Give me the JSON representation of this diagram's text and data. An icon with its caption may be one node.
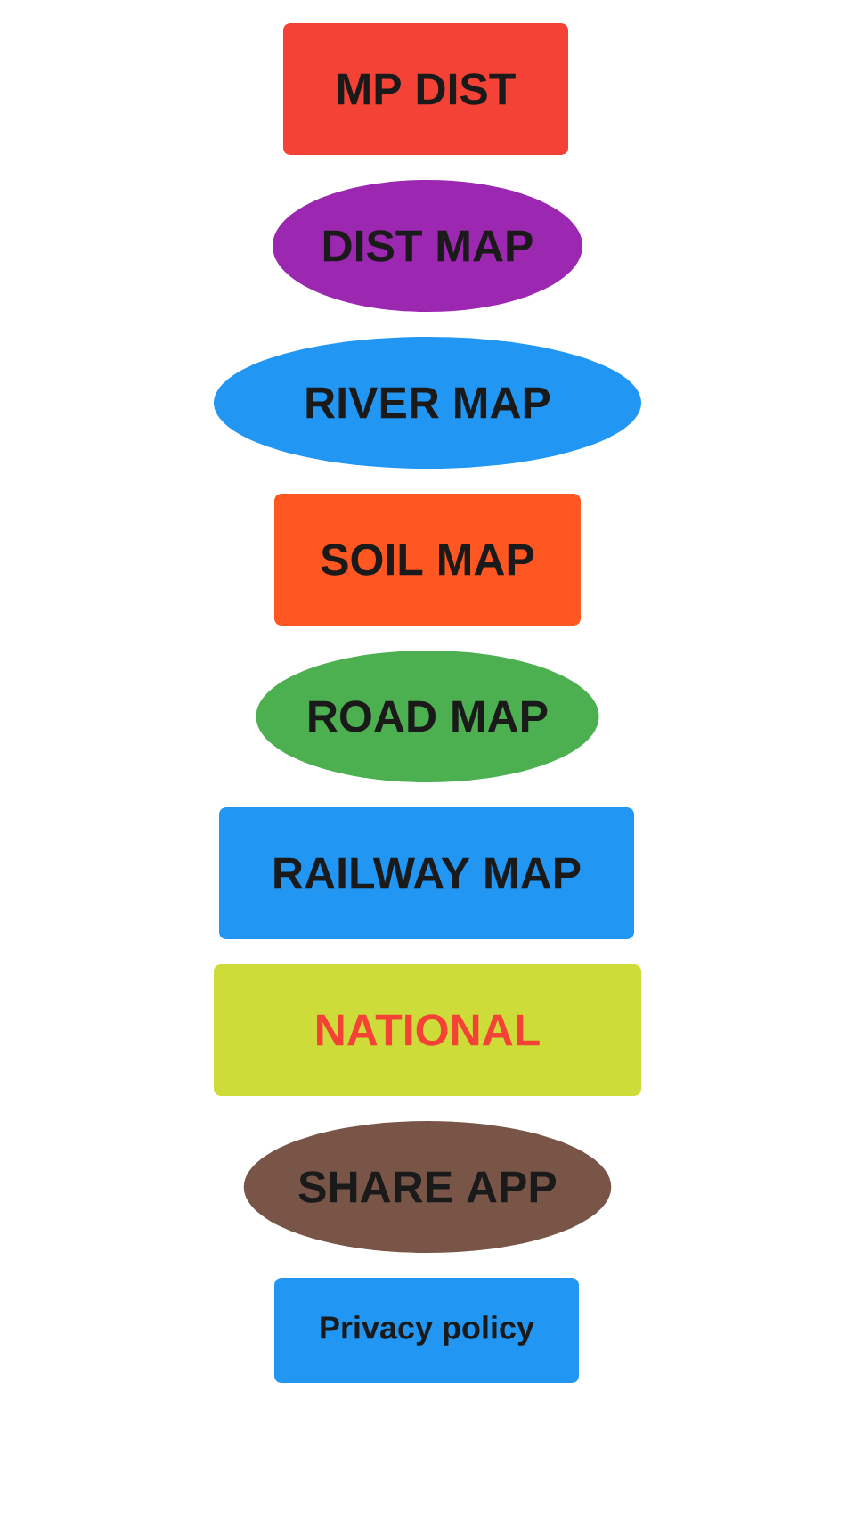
{
  "diagram": {
    "nodes": [
      {
        "text": [
          "MP DIST"
        ]
      },
      {
        "text": [
          "DIST MAP"
        ]
      },
      {
        "text": [
          "RIVER MAP"
        ]
      },
      {
        "text": [
          "SOIL MAP"
        ]
      },
      {
        "text": [
          "ROAD MAP"
        ]
      },
      {
        "text": [
          "RAILWAY MAP"
        ]
      },
      {
        "text": [
          "NATIONAL"
        ]
      },
      {
        "text": [
          "SHARE APP"
        ]
      },
      {
        "text": [
          "Privacy policy"
        ]
      }
    ]
  }
}
